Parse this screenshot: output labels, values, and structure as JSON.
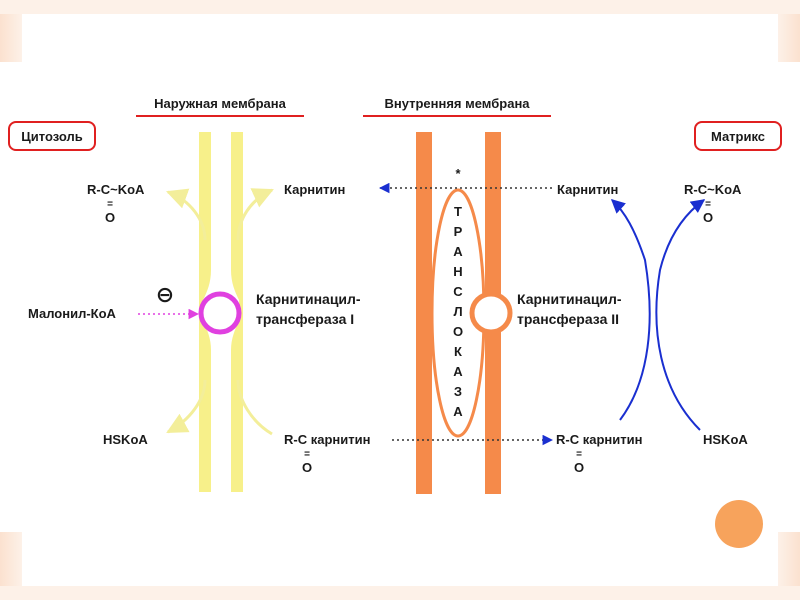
{
  "headings": {
    "outer_membrane": "Наружная мембрана",
    "inner_membrane": "Внутренняя мембрана"
  },
  "compartments": {
    "cytosol": "Цитозоль",
    "matrix": "Матрикс"
  },
  "labels": {
    "acyl_coa_left": "R-C~KoA",
    "carnitine_left": "Карнитин",
    "malonyl_coa": "Малонил-КоА",
    "inhibition_sign": "⊖",
    "cpt1_line1": "Карнитинацил-",
    "cpt1_line2": "трансфераза I",
    "hskoa_left": "HSKoA",
    "acylcarnitine_left": "R-C карнитин",
    "asterisk": "*",
    "translocase_letters": [
      "Т",
      "Р",
      "А",
      "Н",
      "С",
      "Л",
      "О",
      "К",
      "А",
      "З",
      "А"
    ],
    "carnitine_right": "Карнитин",
    "acyl_coa_right": "R-C~KoA",
    "cpt2_line1": "Карнитинацил-",
    "cpt2_line2": "трансфераза II",
    "acylcarnitine_right": "R-C карнитин",
    "hskoa_right": "HSKoA",
    "carbonyl_o": "O",
    "double_bond": "="
  },
  "colors": {
    "outer_membrane": "#f7f08a",
    "inner_membrane": "#f58a4a",
    "outer_arrows": "#f3ee9a",
    "heading_underline": "#e02020",
    "compartment_border": "#e02020",
    "cpt1_circle": "#e040e0",
    "cpt2_circle": "#f58a4a",
    "inhibition_arrow": "#e040e0",
    "transport_arrow": "#1a2fd0",
    "dotted_line": "#333333",
    "matrix_arrows": "#1a2fd0"
  }
}
